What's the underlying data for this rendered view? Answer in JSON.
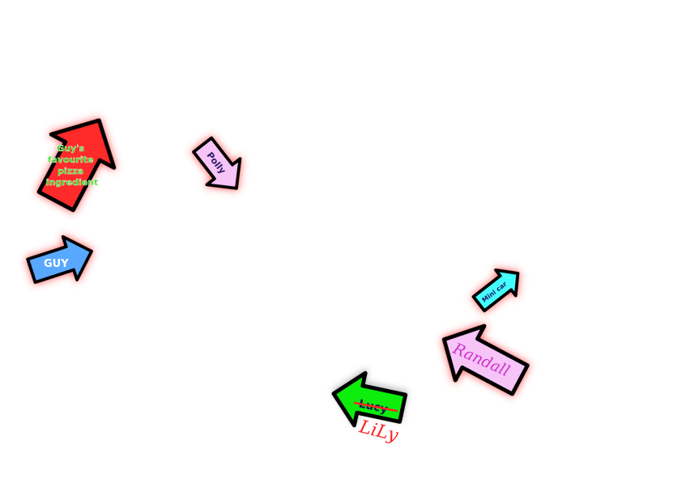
{
  "arrows": [
    {
      "id": "guys-favourite",
      "label_lines": [
        "Guy's",
        "favourite",
        "pizza",
        "ingredient"
      ],
      "fill": "#ff2b2b",
      "text_color": "#22e000"
    },
    {
      "id": "polly",
      "label": "Polly",
      "fill": "#f7c4f7",
      "text_color": "#2a1a66"
    },
    {
      "id": "guy",
      "label": "GUY",
      "fill": "#58a8ff",
      "text_color": "#ffffff"
    },
    {
      "id": "mini-car",
      "label": "Mini car",
      "fill": "#44ffff",
      "text_color": "#1a1a66"
    },
    {
      "id": "randall",
      "label": "Randall",
      "fill": "#f7c4f7",
      "text_color": "#cc33cc"
    },
    {
      "id": "lucy",
      "label": "Lucy",
      "fill": "#11ee11",
      "text_color": "#0a1a55",
      "strikethrough": true,
      "strike_color": "#ff2222",
      "replacement": "LiLy",
      "replacement_color": "#ff2222"
    }
  ],
  "style": {
    "outline": "#000000",
    "glow": "#ff3b3b"
  }
}
